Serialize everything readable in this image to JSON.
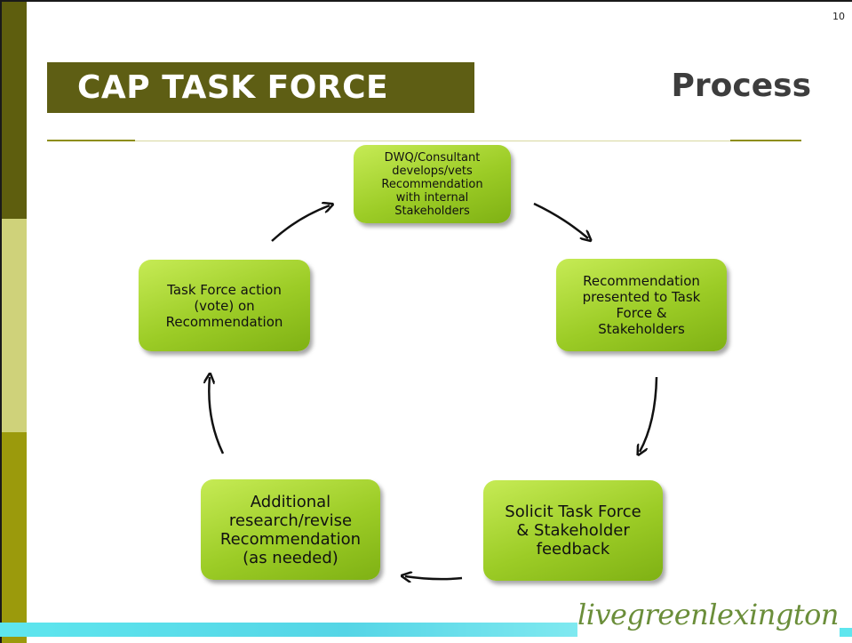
{
  "page_number": "10",
  "header": {
    "title": "CAP TASK FORCE",
    "subtitle": "Process"
  },
  "process_steps": [
    {
      "id": "step-1",
      "text": "DWQ/Consultant\ndevelops/vets\nRecommendation\nwith internal\nStakeholders"
    },
    {
      "id": "step-2",
      "text": "Recommendation\npresented to Task\nForce &\nStakeholders"
    },
    {
      "id": "step-3",
      "text": "Solicit Task Force\n& Stakeholder\nfeedback"
    },
    {
      "id": "step-4",
      "text": "Additional\nresearch/revise\nRecommendation\n(as needed)"
    },
    {
      "id": "step-5",
      "text": "Task Force action\n(vote) on\nRecommendation"
    }
  ],
  "footer": {
    "logo_text": "livegreenlexington"
  },
  "colors": {
    "title_bar": "#5e5e14",
    "box_green": "#9ccc26",
    "footer_cyan": "#5ee6ee",
    "logo_green": "#6b8e3a"
  }
}
